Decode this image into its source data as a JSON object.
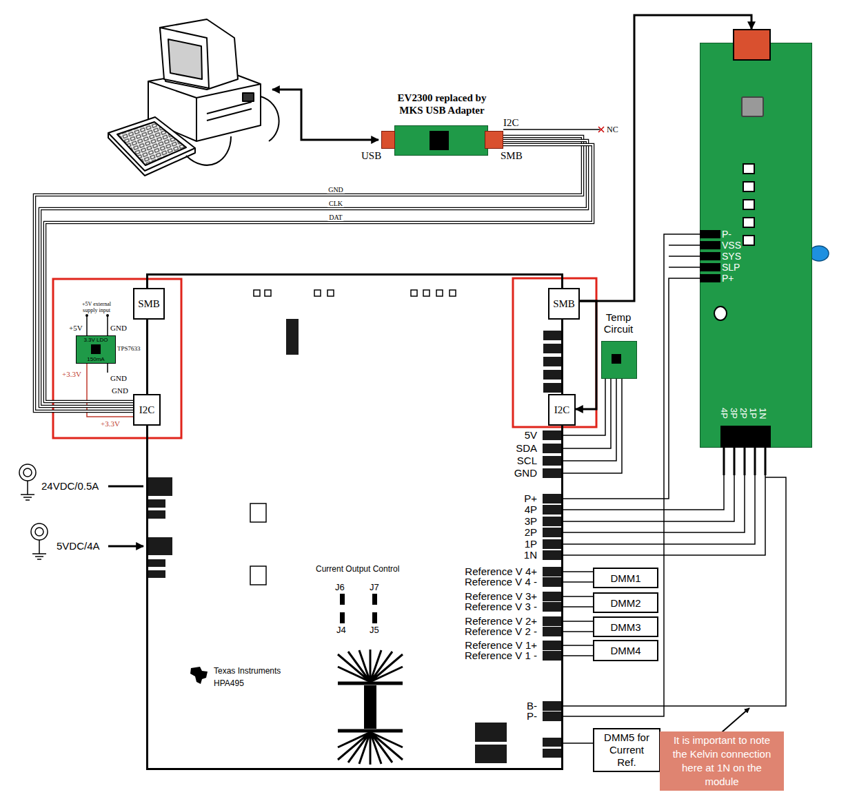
{
  "diagram": {
    "nodes": [
      {
        "text": [
          "EV2300 replaced by MKS USB Adapter"
        ]
      },
      {
        "text": [
          "Texas Instruments",
          "HPA495"
        ]
      },
      {
        "text": [
          "SMB"
        ],
        "in": 1
      },
      {
        "text": [
          "3.3V LDO",
          "150mA"
        ]
      },
      {
        "text": [
          "I2C"
        ],
        "in": 1
      },
      {
        "text": [
          "SMB"
        ],
        "in": 1
      },
      {
        "text": [
          "I2C"
        ],
        "in": 1
      },
      {
        "text": [
          "Temp Circuit"
        ]
      },
      {
        "text": [
          "P-",
          "VSS",
          "SYS",
          "SLP",
          "P+",
          "4P",
          "3P",
          "2P",
          "1P",
          "1N"
        ]
      },
      {
        "text": [
          "DMM1"
        ]
      },
      {
        "text": [
          "DMM2"
        ]
      },
      {
        "text": [
          "DMM3"
        ]
      },
      {
        "text": [
          "DMM4"
        ]
      },
      {
        "text": [
          "DMM5 for Current Ref."
        ]
      },
      {
        "text": [
          "It is important to note the Kelvin connection here at 1N on the module"
        ]
      }
    ],
    "edges": [
      {
        "from": 0,
        "to": 4,
        "label": "GND",
        "arrow": "none"
      },
      {
        "from": 0,
        "to": 4,
        "label": "CLK",
        "arrow": "none"
      },
      {
        "from": 0,
        "to": 4,
        "label": "DAT",
        "arrow": "none"
      },
      {
        "from": 5,
        "to": 8,
        "arrow": "to"
      },
      {
        "from": 5,
        "to": 6,
        "arrow": "to"
      }
    ],
    "labels": [
      "USB",
      "I2C",
      "SMB",
      "NC",
      "+5V external supply input",
      "+5V",
      "GND",
      "TPS7633",
      "+3.3V",
      "GND",
      "GND",
      "+3.3V",
      "24VDC/0.5A",
      "5VDC/4A",
      "Current Output Control",
      "J6",
      "J7",
      "J4",
      "J5",
      "5V",
      "SDA",
      "SCL",
      "GND",
      "P+",
      "4P",
      "3P",
      "2P",
      "1P",
      "1N",
      "Reference V 4+",
      "Reference V 4 -",
      "Reference V 3+",
      "Reference V 3 -",
      "Reference V 2+",
      "Reference V 2 -",
      "Reference V 1+",
      "Reference V 1 -",
      "B-",
      "P-"
    ]
  }
}
